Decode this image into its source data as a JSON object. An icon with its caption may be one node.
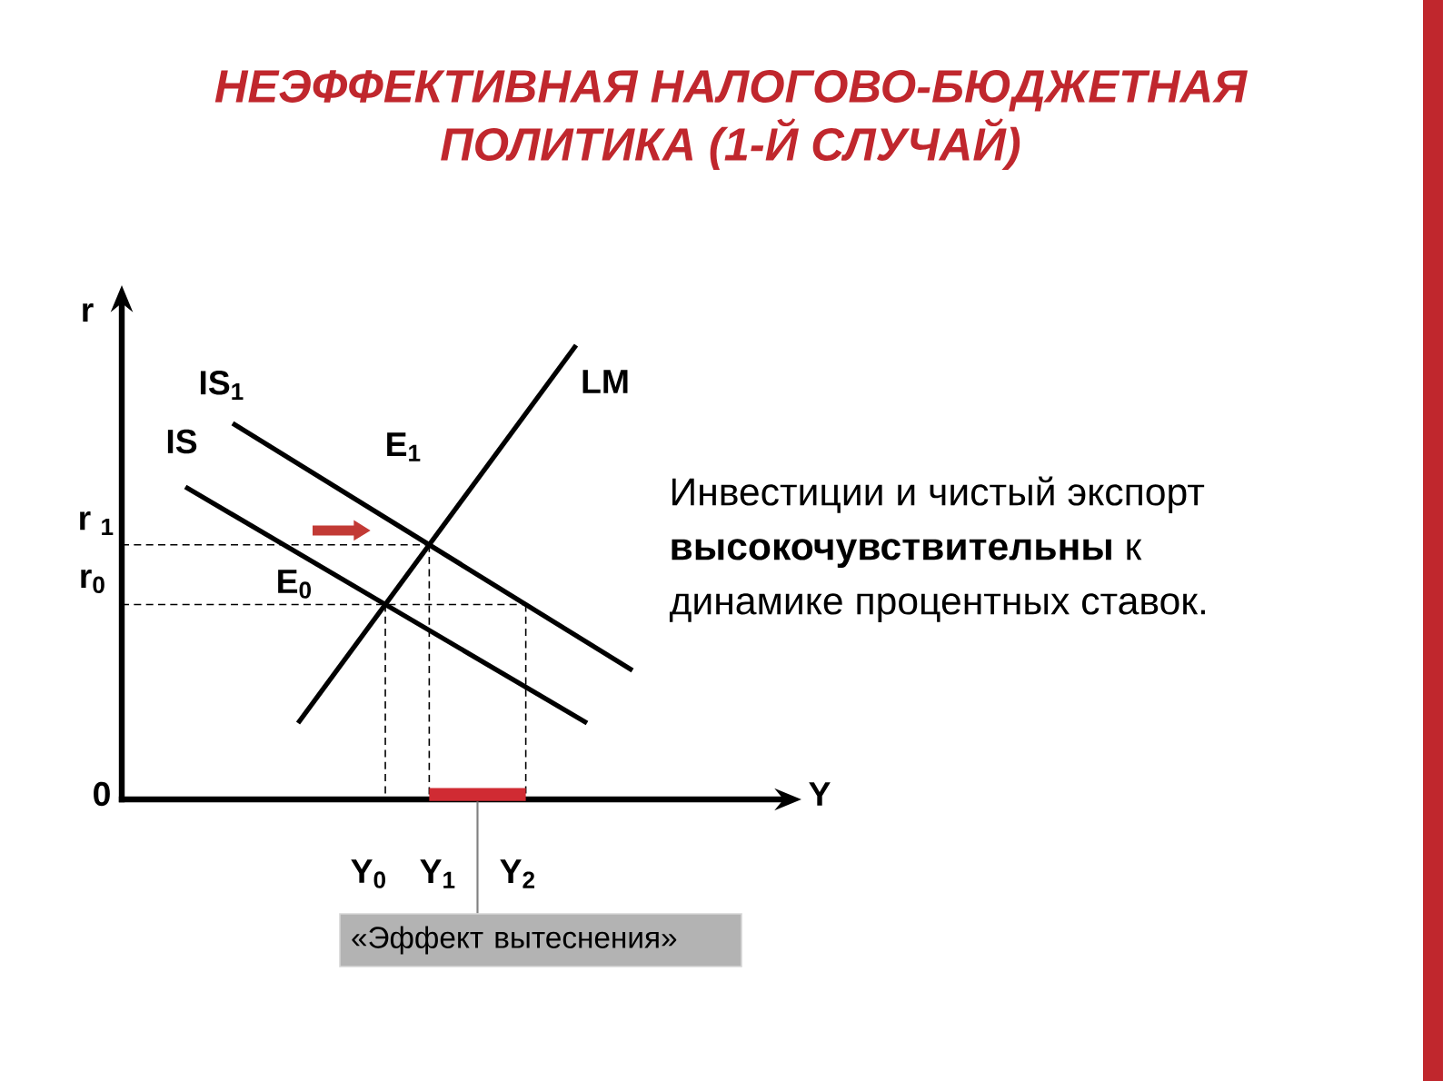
{
  "diagram": {
    "title": "НЕЭФФЕКТИВНАЯ НАЛОГОВО-БЮДЖЕТНАЯ ПОЛИТИКА (1-Й СЛУЧАЙ)",
    "nodes": [
      {
        "text": [
          "«Эффект вытеснения»"
        ]
      },
      {
        "text": [],
        "shape": "bar"
      }
    ],
    "edges": [
      {
        "from": 0,
        "to": 1,
        "arrow": "none"
      }
    ],
    "labels": [
      "r",
      "IS$_{1}$",
      "LM",
      "IS",
      "E$_{1}$",
      "r $_{1}$",
      "Инвестиции и чистый экспорт **высокочувствительны** к динамике процентных ставок.",
      "r$_{0}$",
      "E$_{0}$",
      "0",
      "Y",
      "Y$_{0}$",
      "Y$_{1}$",
      "Y$_{2}$"
    ]
  }
}
